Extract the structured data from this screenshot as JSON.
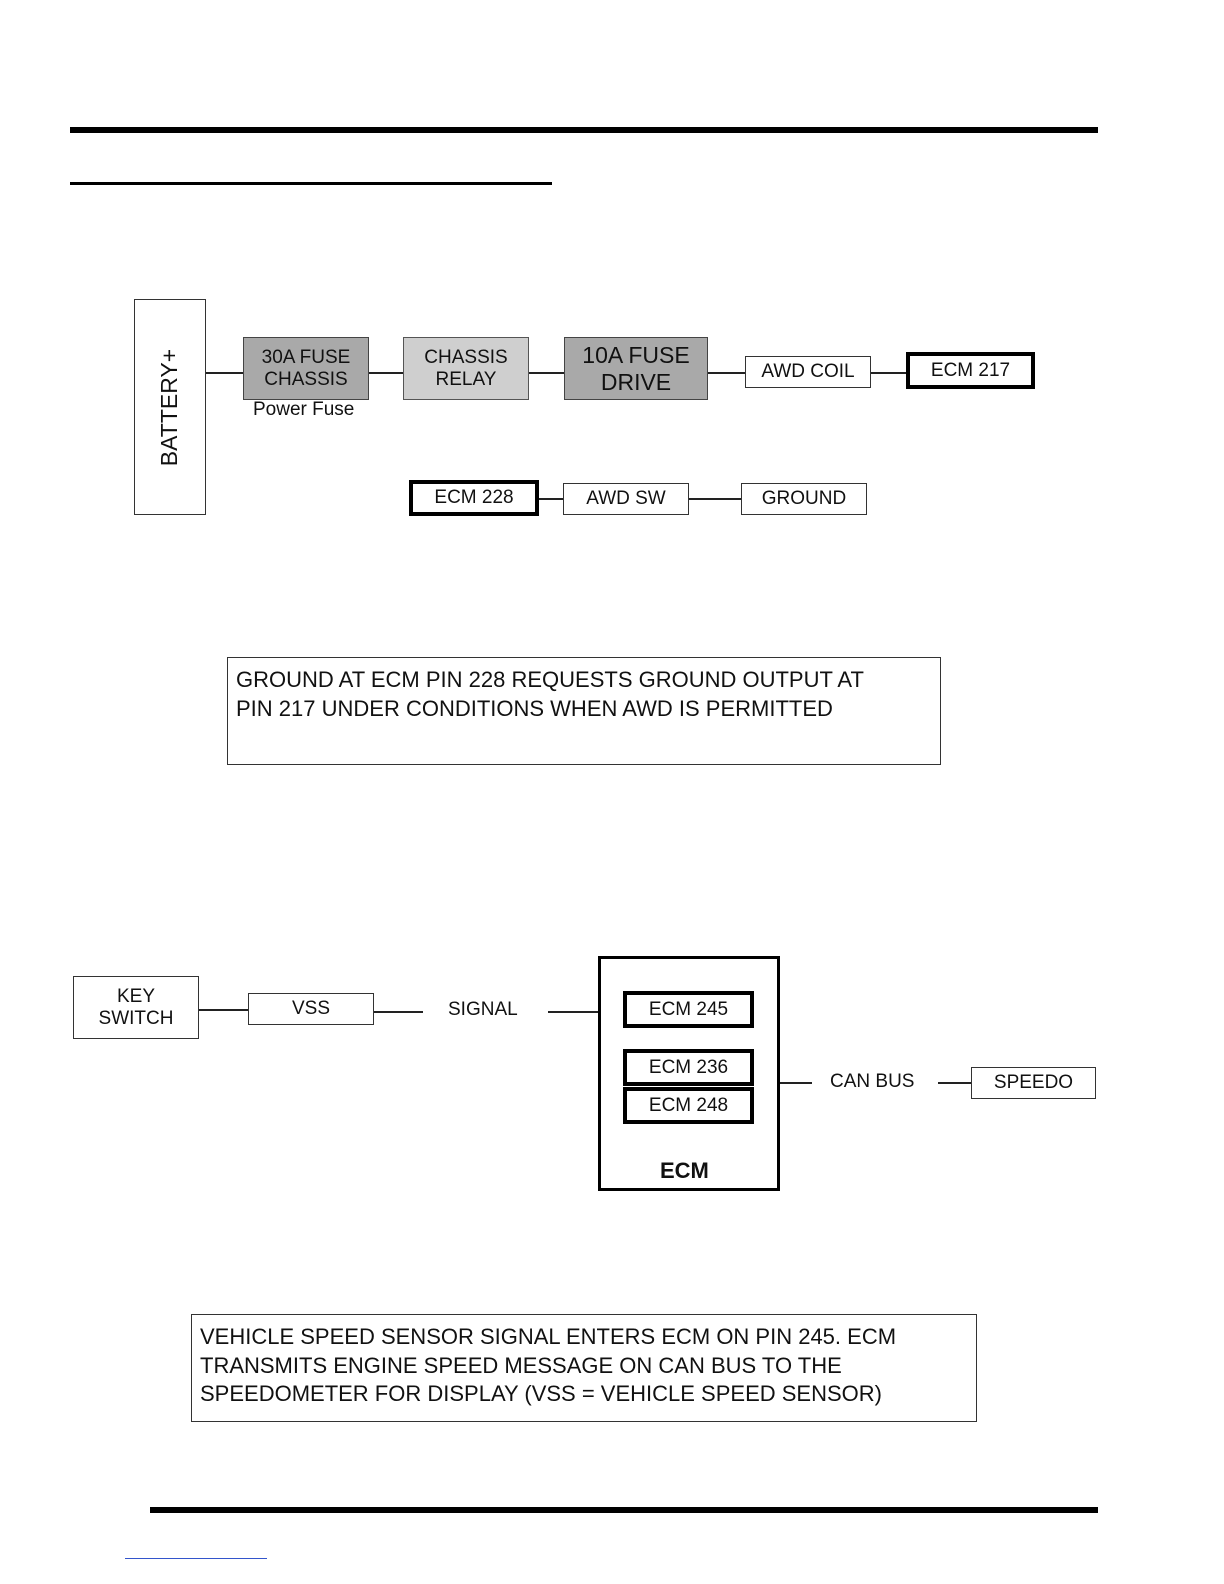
{
  "diagram1": {
    "battery": "BATTERY+",
    "fuse30": "30A FUSE\nCHASSIS",
    "fuse30_caption": "Power Fuse",
    "relay": "CHASSIS\nRELAY",
    "fuse10": "10A FUSE\nDRIVE",
    "awd_coil": "AWD COIL",
    "ecm217": "ECM 217",
    "ecm228": "ECM 228",
    "awd_sw": "AWD SW",
    "ground": "GROUND",
    "note": "GROUND AT ECM PIN 228 REQUESTS GROUND OUTPUT AT\nPIN 217 UNDER CONDITIONS WHEN AWD IS PERMITTED"
  },
  "diagram2": {
    "key_switch": "KEY\nSWITCH",
    "vss": "VSS",
    "signal": "SIGNAL",
    "ecm245": "ECM 245",
    "ecm236": "ECM 236",
    "ecm248": "ECM 248",
    "ecm_title": "ECM",
    "can_bus": "CAN BUS",
    "speedo": "SPEEDO",
    "note": "VEHICLE SPEED SENSOR SIGNAL ENTERS ECM ON PIN 245. ECM\nTRANSMITS ENGINE SPEED MESSAGE ON CAN BUS TO THE\nSPEEDOMETER FOR DISPLAY (VSS = VEHICLE SPEED SENSOR)"
  }
}
